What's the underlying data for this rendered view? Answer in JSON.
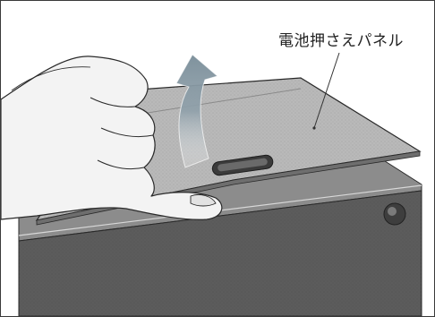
{
  "callout": {
    "label": "電池押さえパネル"
  },
  "colors": {
    "device_body": "#5d5d5d",
    "device_top": "#8a8a8a",
    "panel": "#bdbdbd",
    "arrow": "#8fa0aa",
    "hand": "#f2f2f2",
    "outline": "#2a2a2a"
  },
  "icons": {
    "arrow": "lift-up-arrow-icon",
    "hand": "hand-illustration",
    "slot": "finger-slot"
  }
}
